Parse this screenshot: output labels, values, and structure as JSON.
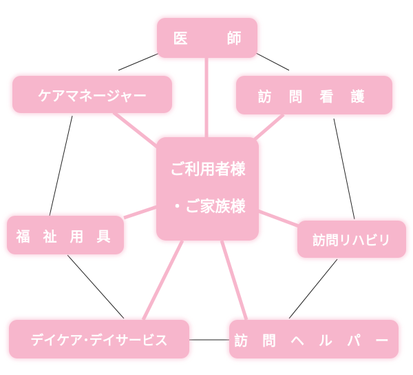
{
  "diagram": {
    "center": {
      "line1": "ご利用者様",
      "line2": "・ご家族様"
    },
    "nodes": {
      "doctor": "医　師",
      "care_manager": "ケアマネージャー",
      "home_nursing": "訪 問 看 護",
      "welfare_equipment": "福 祉 用 具",
      "home_rehab": "訪問リハビリ",
      "day_care": "デイケア･デイサービス",
      "home_helper": "訪 問 ヘ ル パ ー"
    },
    "colors": {
      "node_fill": "#f7b6cc",
      "spoke": "#f7b6cc",
      "ring_line": "#000000",
      "text": "#ffffff"
    }
  }
}
